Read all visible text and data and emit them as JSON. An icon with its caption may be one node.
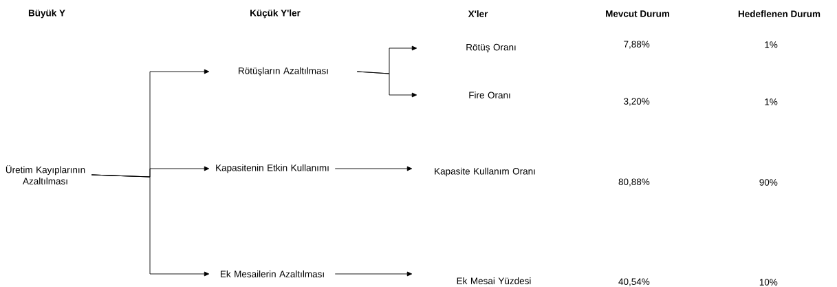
{
  "diagram": {
    "nodes": [
      {
        "text": [
          "Üretim Kayıplarının Azaltılması"
        ]
      },
      {
        "text": [
          "Rötüşların Azaltılması"
        ]
      },
      {
        "text": [
          "Kapasitenin Etkin Kullanımı"
        ]
      },
      {
        "text": [
          "Ek Mesailerin Azaltılması"
        ]
      },
      {
        "text": [
          "Rötüş Oranı"
        ]
      },
      {
        "text": [
          "Fire Oranı"
        ]
      },
      {
        "text": [
          "Kapasite Kullanım Oranı"
        ]
      },
      {
        "text": [
          "Ek Mesai Yüzdesi"
        ]
      }
    ],
    "edges": [
      {
        "from": 0,
        "to": 1,
        "arrow": "to"
      },
      {
        "from": 0,
        "to": 2,
        "arrow": "to"
      },
      {
        "from": 0,
        "to": 3,
        "arrow": "to"
      },
      {
        "from": 1,
        "to": 4,
        "arrow": "to"
      },
      {
        "from": 1,
        "to": 5,
        "arrow": "to"
      },
      {
        "from": 2,
        "to": 6,
        "arrow": "to"
      },
      {
        "from": 3,
        "to": 7,
        "arrow": "to"
      }
    ],
    "labels": [
      "Büyük Y",
      "Küçük Y'ler",
      "X'ler",
      "Mevcut Durum",
      "Hedeflenen Durum",
      "7,88%",
      "1%",
      "3,20%",
      "1%",
      "80,88%",
      "90%",
      "40,54%",
      "10%"
    ]
  }
}
